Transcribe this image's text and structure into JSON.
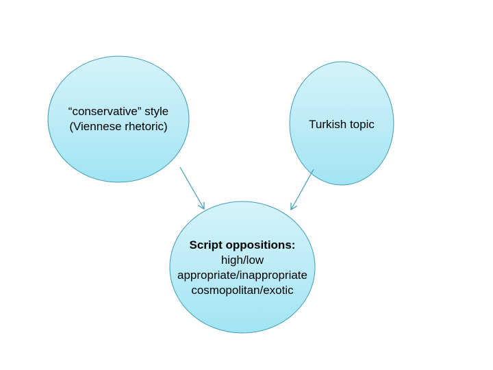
{
  "diagram": {
    "nodes": {
      "style": {
        "line1": "“conservative” style",
        "line2": "(Viennese rhetoric)"
      },
      "topic": {
        "line1": "Turkish topic"
      },
      "oppositions": {
        "heading": "Script oppositions:",
        "line1": "high/low",
        "line2": "appropriate/inappropriate",
        "line3": "cosmopolitan/exotic"
      }
    },
    "edges": [
      {
        "from": "style",
        "to": "oppositions"
      },
      {
        "from": "topic",
        "to": "oppositions"
      }
    ],
    "colors": {
      "node_fill_top": "#d6f3fb",
      "node_fill_bottom": "#a2e4f3",
      "node_stroke": "#3f9cb6",
      "arrow": "#3f9cb6"
    }
  }
}
